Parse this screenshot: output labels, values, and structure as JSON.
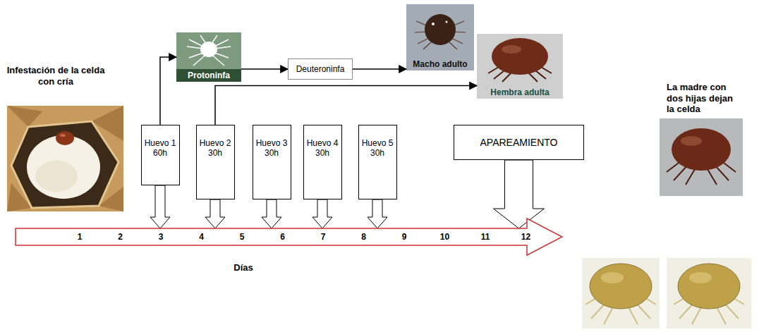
{
  "diagram": {
    "nodes": [
      {
        "text": [
          "Protoninfa"
        ]
      },
      {
        "text": [
          "Deuteroninfa"
        ]
      },
      {
        "text": [
          "Macho adulto"
        ]
      },
      {
        "text": [
          "Hembra adulta"
        ]
      },
      {
        "text": [
          "Huevo 1",
          "60h"
        ]
      },
      {
        "text": [
          "Huevo 2",
          "30h"
        ]
      },
      {
        "text": [
          "Huevo 3",
          "30h"
        ]
      },
      {
        "text": [
          "Huevo 4",
          "30h"
        ]
      },
      {
        "text": [
          "Huevo 5",
          "30h"
        ]
      },
      {
        "text": [
          "APAREAMIENTO"
        ]
      },
      {
        "text": [
          "1",
          "2",
          "3",
          "4",
          "5",
          "6",
          "7",
          "8",
          "9",
          "10",
          "11",
          "12"
        ]
      }
    ],
    "edges": [
      {
        "from": 4,
        "to": 0,
        "arrow": "to"
      },
      {
        "from": 0,
        "to": 1,
        "arrow": "to"
      },
      {
        "from": 1,
        "to": 2,
        "arrow": "to"
      },
      {
        "from": 5,
        "to": 3,
        "arrow": "to"
      },
      {
        "from": 4,
        "to": 10,
        "arrow": "to"
      },
      {
        "from": 5,
        "to": 10,
        "arrow": "to"
      },
      {
        "from": 6,
        "to": 10,
        "arrow": "to"
      },
      {
        "from": 7,
        "to": 10,
        "arrow": "to"
      },
      {
        "from": 8,
        "to": 10,
        "arrow": "to"
      },
      {
        "from": 9,
        "to": 10,
        "arrow": "to"
      }
    ],
    "labels": [
      "Infestación de la celda con cría",
      "Días",
      "La madre con dos hijas dejan la celda"
    ]
  }
}
